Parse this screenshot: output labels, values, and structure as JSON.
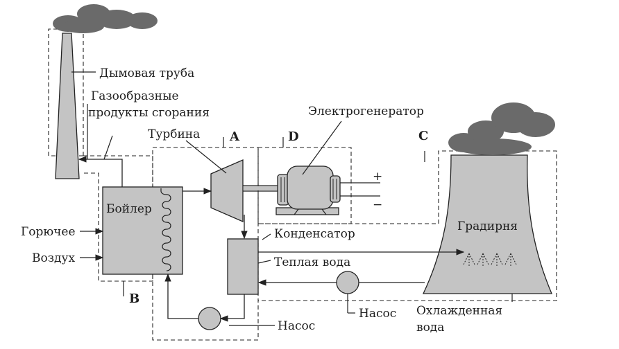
{
  "labels": {
    "chimney": "Дымовая труба",
    "flue_gas_line1": "Газообразные",
    "flue_gas_line2": "продукты сгорания",
    "generator": "Электрогенератор",
    "turbine": "Турбина",
    "boiler": "Бойлер",
    "fuel": "Горючее",
    "air": "Воздух",
    "condenser": "Конденсатор",
    "warm_water": "Теплая вода",
    "cooling_tower": "Градирня",
    "pump_right": "Насос",
    "pump_bottom": "Насос",
    "cooled_water_line1": "Охлажденная",
    "cooled_water_line2": "вода",
    "plus": "+",
    "minus": "−"
  },
  "zones": {
    "a": "A",
    "b": "B",
    "c": "C",
    "d": "D"
  }
}
